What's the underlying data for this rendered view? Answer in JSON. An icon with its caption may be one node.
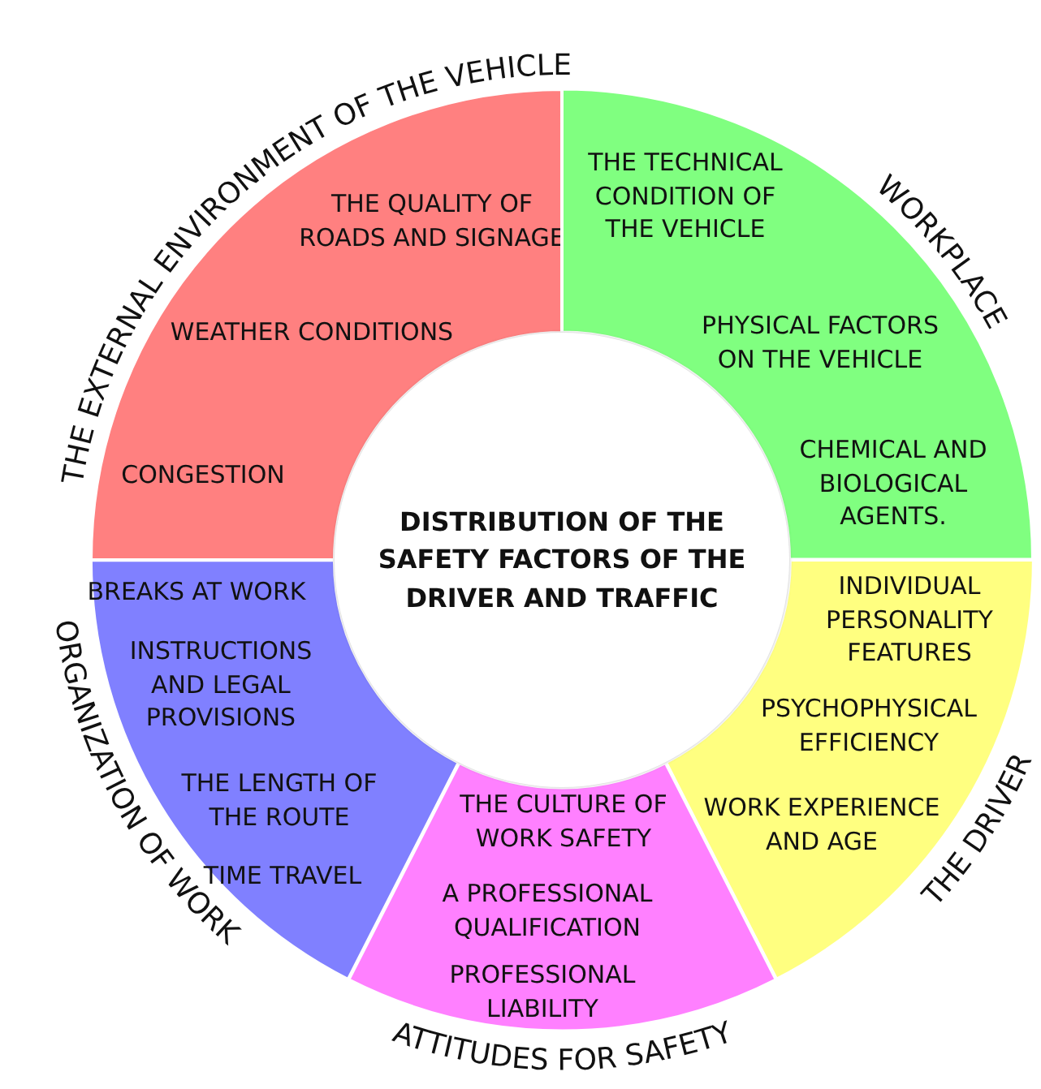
{
  "diagram": {
    "nodes": [
      {
        "text": [
          "DISTRIBUTION OF THE SAFETY FACTORS OF THE DRIVER AND TRAFFIC"
        ]
      },
      {
        "text": [
          "THE EXTERNAL ENVIRONMENT OF THE VEHICLE",
          "THE QUALITY OF ROADS AND SIGNAGE",
          "WEATHER CONDITIONS",
          "CONGESTION"
        ]
      },
      {
        "text": [
          "WORKPLACE",
          "THE TECHNICAL CONDITION OF THE VEHICLE",
          "PHYSICAL FACTORS ON THE VEHICLE",
          "CHEMICAL AND BIOLOGICAL AGENTS."
        ]
      },
      {
        "text": [
          "INDIVIDUAL PERSONALITY FEATURES",
          "PSYCHOPHYSICAL EFFICIENCY",
          "WORK EXPERIENCE AND AGE",
          "THE DRIVER"
        ]
      },
      {
        "text": [
          "THE CULTURE OF WORK SAFETY",
          "A PROFESSIONAL QUALIFICATION",
          "PROFESSIONAL LIABILITY",
          "ATTITUDES FOR SAFETY"
        ]
      },
      {
        "text": [
          "BREAKS AT WORK",
          "INSTRUCTIONS AND LEGAL PROVISIONS",
          "THE LENGTH OF THE ROUTE",
          "TIME TRAVEL",
          "ORGANIZATION OF WORK"
        ]
      }
    ]
  }
}
